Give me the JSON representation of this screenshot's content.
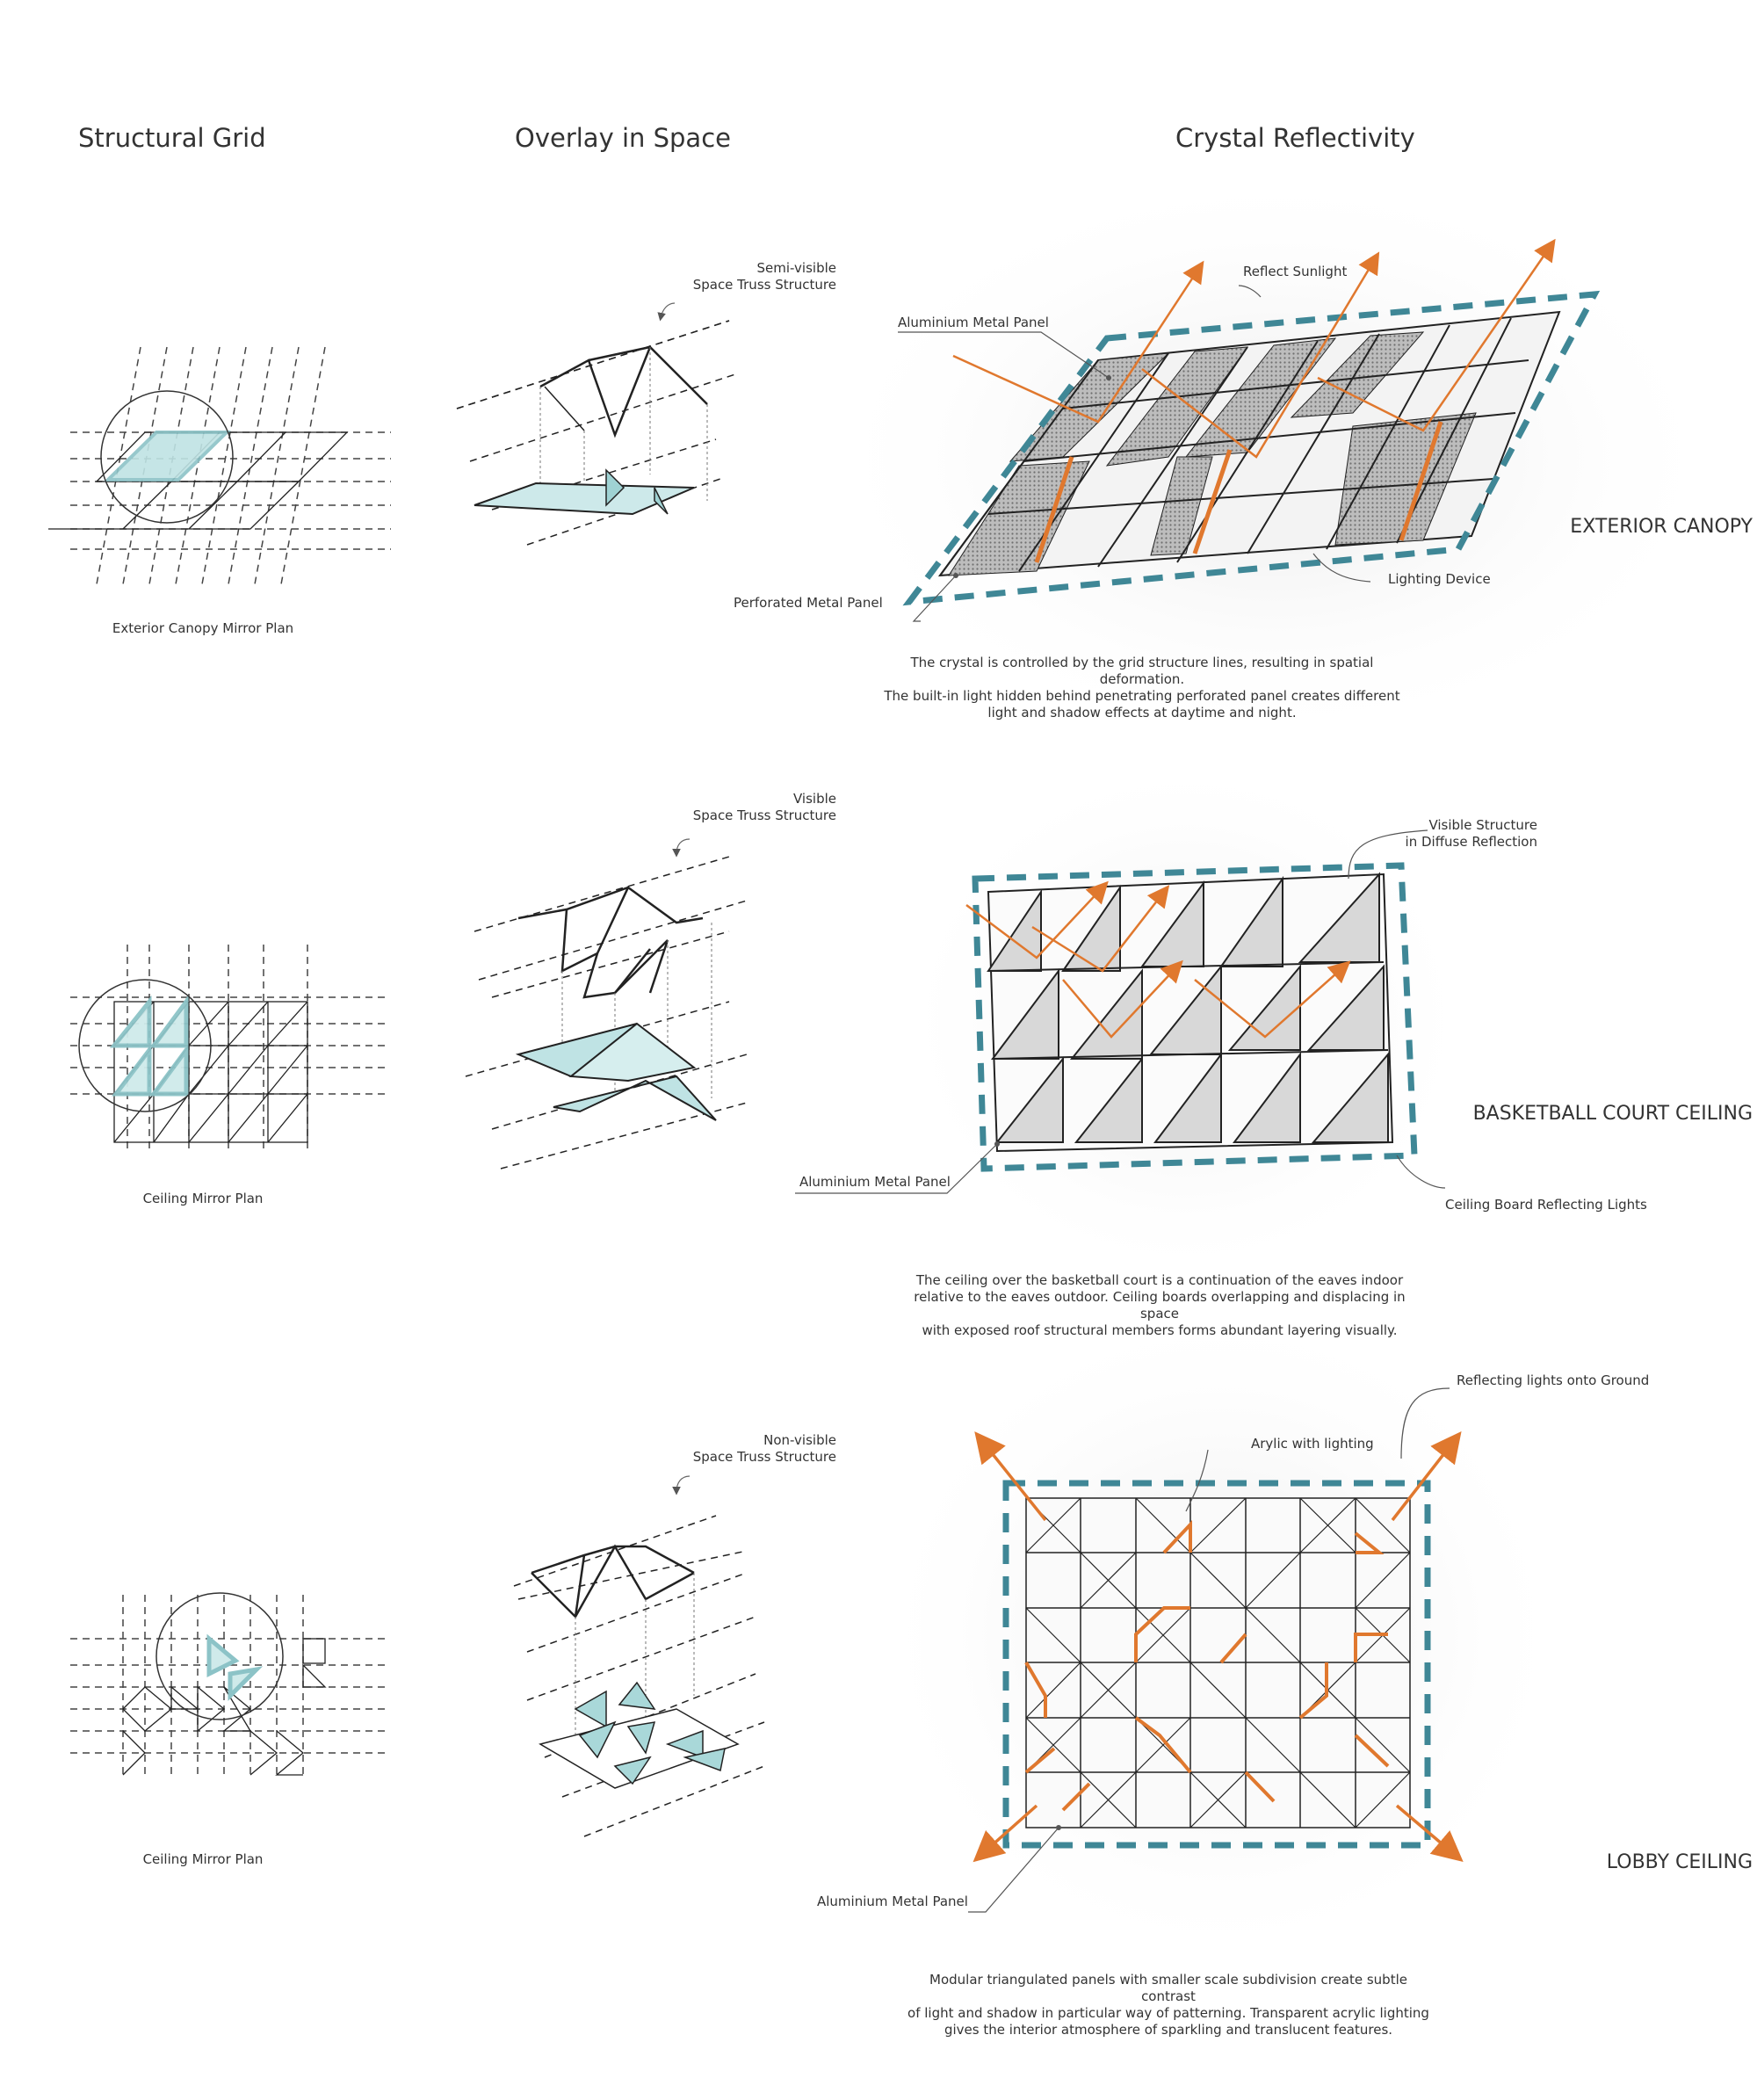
{
  "headings": {
    "col1": "Structural Grid",
    "col2": "Overlay in Space",
    "col3": "Crystal Reflectivity"
  },
  "colors": {
    "teal_frame": "#3f8796",
    "teal_fill": "#bfe3e4",
    "orange": "#e0782e",
    "line": "#222222",
    "grid_dash": "#444444",
    "perforated": "#9a9a9a"
  },
  "row1": {
    "plan_caption": "Exterior Canopy Mirror Plan",
    "truss_label": "Semi-visible\nSpace Truss Structure",
    "label_panel": "Aluminium Metal Panel",
    "label_sun": "Reflect Sunlight",
    "label_perforated": "Perforated Metal Panel",
    "label_lighting": "Lighting Device",
    "section": "EXTERIOR CANOPY",
    "description": "The crystal is controlled by the grid structure lines, resulting in spatial deformation.\nThe built-in light hidden behind penetrating perforated panel creates different\nlight and shadow effects at daytime and night."
  },
  "row2": {
    "plan_caption": "Ceiling Mirror Plan",
    "truss_label": "Visible\nSpace Truss Structure",
    "label_visible": "Visible Structure\nin Diffuse Reflection",
    "label_panel": "Aluminium Metal Panel",
    "label_board": "Ceiling Board Reflecting Lights",
    "section": "BASKETBALL COURT CEILING",
    "description": "The ceiling over the basketball court is a continuation of the eaves indoor\nrelative to the eaves outdoor. Ceiling boards overlapping and displacing in space\nwith exposed roof structural members forms abundant layering visually."
  },
  "row3": {
    "plan_caption": "Ceiling Mirror Plan",
    "truss_label": "Non-visible\nSpace Truss Structure",
    "label_reflect": "Reflecting lights onto Ground",
    "label_acrylic": "Arylic with lighting",
    "label_panel": "Aluminium Metal Panel",
    "section": "LOBBY CEILING",
    "description": "Modular triangulated panels with smaller scale subdivision create subtle contrast\nof light and shadow in particular way of patterning. Transparent acrylic lighting\ngives the interior atmosphere of sparkling and translucent features."
  }
}
